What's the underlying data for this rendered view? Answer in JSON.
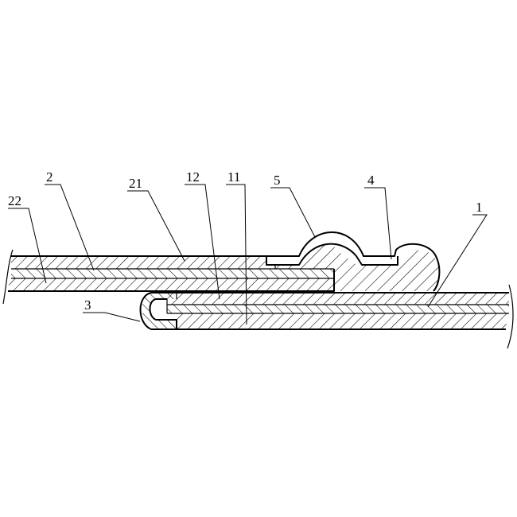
{
  "labels": {
    "l1": "1",
    "l2": "2",
    "l3": "3",
    "l4": "4",
    "l5": "5",
    "l11": "11",
    "l12": "12",
    "l21": "21",
    "l22": "22"
  }
}
